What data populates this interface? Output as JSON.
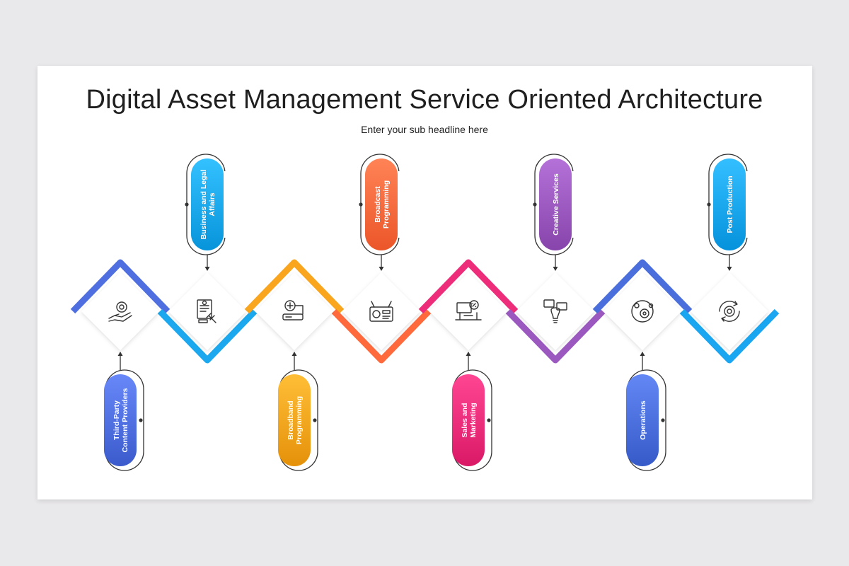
{
  "title": "Digital Asset Management Service Oriented Architecture",
  "subtitle": "Enter your sub headline here",
  "colors": {
    "background": "#e9e8ea",
    "blue": "#3f78e0",
    "cyan": "#1ba8ee",
    "orange": "#f9a51e",
    "coral": "#ff6a3d",
    "pink": "#ee2d7a",
    "purple": "#9b59c0",
    "indigo": "#4a6fdc",
    "sky": "#1aa6f0"
  },
  "steps": [
    {
      "label_lines": [
        "Third-Party",
        "Content Providers"
      ],
      "color": "#4f6fe0",
      "icon": "hand-gear-icon"
    },
    {
      "label_lines": [
        "Business and Legal",
        "Affairs"
      ],
      "color": "#1ba8ee",
      "icon": "legal-document-gavel-icon"
    },
    {
      "label_lines": [
        "Broadband",
        "Programming"
      ],
      "color": "#f9a51e",
      "icon": "router-network-icon"
    },
    {
      "label_lines": [
        "Broadcast",
        "Programming"
      ],
      "color": "#ff6a3d",
      "icon": "radio-icon"
    },
    {
      "label_lines": [
        "Sales and",
        "Marketing"
      ],
      "color": "#ee2d7a",
      "icon": "marketing-desk-icon"
    },
    {
      "label_lines": [
        "Creative Services"
      ],
      "color": "#9b59c0",
      "icon": "lightbulb-chat-icon"
    },
    {
      "label_lines": [
        "Operations"
      ],
      "color": "#4a6fdc",
      "icon": "gears-location-icon"
    },
    {
      "label_lines": [
        "Post Production"
      ],
      "color": "#1aa6f0",
      "icon": "gear-cycle-icon"
    }
  ]
}
